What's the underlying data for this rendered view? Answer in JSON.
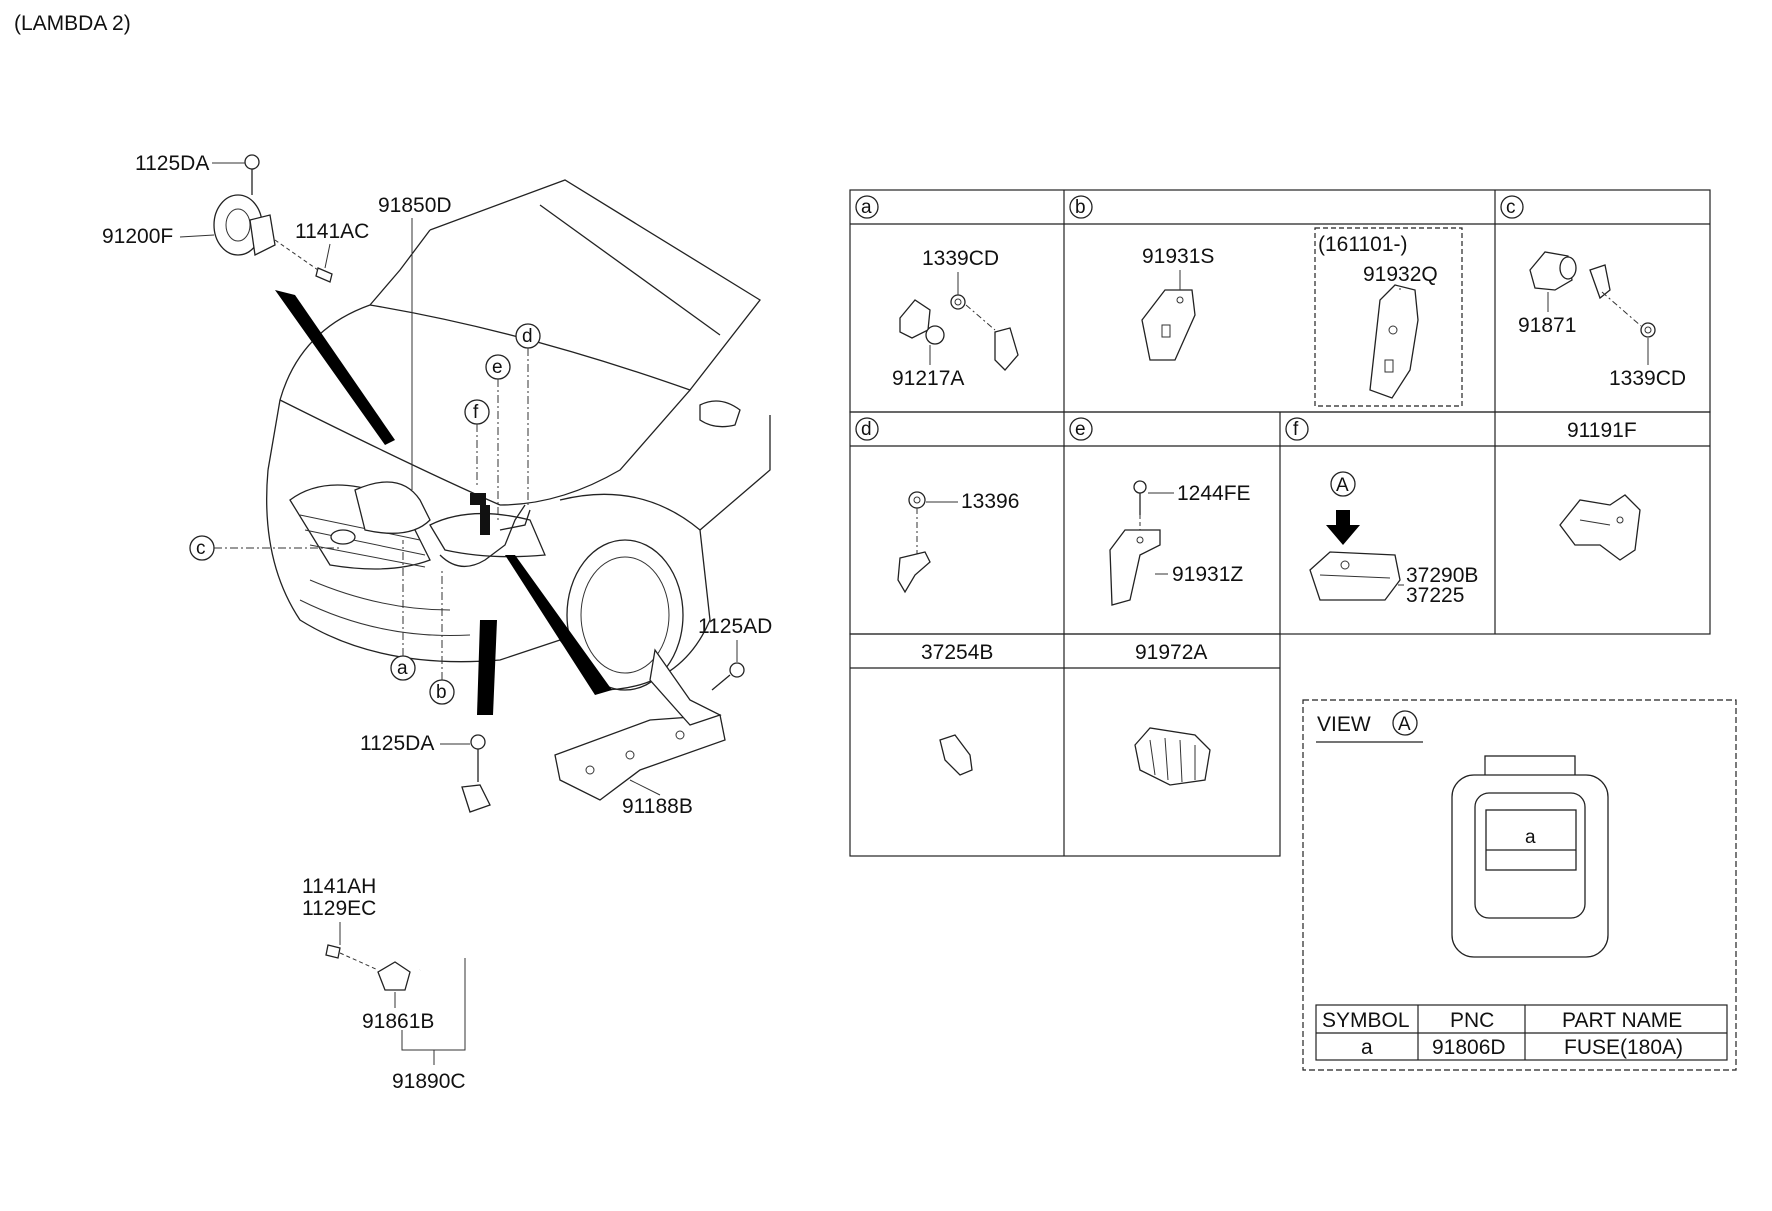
{
  "header": {
    "variant": "(LAMBDA 2)"
  },
  "callouts": {
    "c1125DA_top": "1125DA",
    "c91200F": "91200F",
    "c1141AC": "1141AC",
    "c91850D": "91850D",
    "c1125AD": "1125AD",
    "c1125DA_mid": "1125DA",
    "c91188B": "91188B",
    "c1141AH": "1141AH",
    "c1129EC": "1129EC",
    "c91861B": "91861B",
    "c91890C": "91890C"
  },
  "markers": {
    "a": "a",
    "b": "b",
    "c": "c",
    "d": "d",
    "e": "e",
    "f": "f",
    "A": "A"
  },
  "grid": {
    "headers": {
      "a": "a",
      "b": "b",
      "c": "c",
      "d": "d",
      "e": "e",
      "f": "f",
      "g": "91191F",
      "h": "37254B",
      "i": "91972A"
    },
    "cellA": {
      "p1": "1339CD",
      "p2": "91217A"
    },
    "cellB": {
      "p1": "91931S",
      "date": "(161101-)",
      "p2": "91932Q"
    },
    "cellC": {
      "p1": "91871",
      "p2": "1339CD"
    },
    "cellD": {
      "p1": "13396"
    },
    "cellE": {
      "p1": "1244FE",
      "p2": "91931Z"
    },
    "cellF": {
      "p1": "37290B",
      "p2": "37225"
    }
  },
  "view": {
    "title": "VIEW",
    "fuse_label": "a",
    "table": {
      "headers": [
        "SYMBOL",
        "PNC",
        "PART NAME"
      ],
      "rows": [
        [
          "a",
          "91806D",
          "FUSE(180A)"
        ]
      ]
    }
  }
}
